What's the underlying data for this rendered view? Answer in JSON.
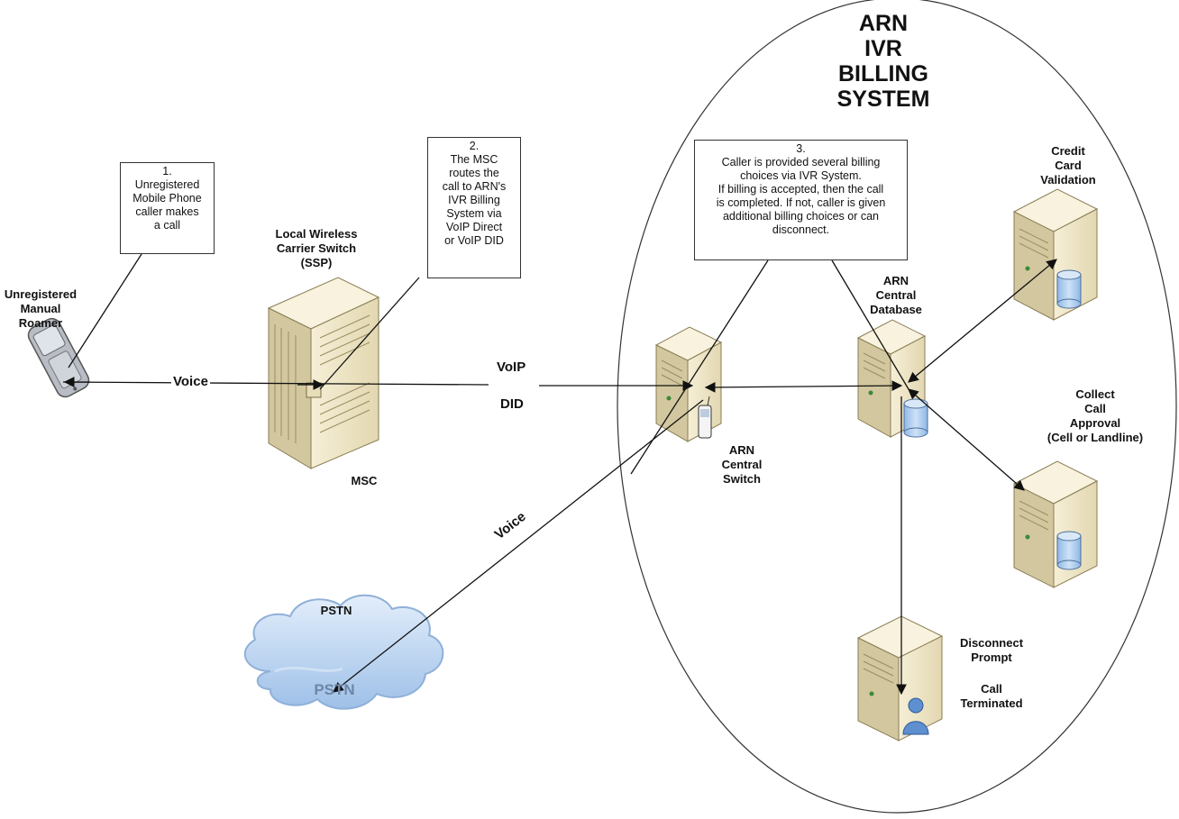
{
  "title": {
    "line1": "ARN",
    "line2": "IVR",
    "line3": "BILLING",
    "line4": "SYSTEM"
  },
  "notes": {
    "step1": "1.\nUnregistered\nMobile Phone\ncaller makes\na call",
    "step2": "2.\nThe MSC\nroutes the\ncall to ARN's\nIVR Billing\nSystem via\nVoIP Direct\nor VoIP DID",
    "step3": "3.\nCaller is provided several billing\nchoices via IVR System.\nIf billing is accepted, then the call\nis completed. If not, caller is given\nadditional billing choices or can\ndisconnect."
  },
  "labels": {
    "roamer": "Unregistered\nManual\nRoamer",
    "local_switch": "Local Wireless\nCarrier Switch\n(SSP)",
    "msc": "MSC",
    "central_switch": "ARN\nCentral\nSwitch",
    "central_db": "ARN\nCentral\nDatabase",
    "credit_card": "Credit\nCard\nValidation",
    "collect_call": "Collect\nCall\nApproval\n(Cell or Landline)",
    "disconnect": "Disconnect\nPrompt",
    "terminated": "Call\nTerminated",
    "pstn_top": "PSTN",
    "pstn_cloud": "PSTN"
  },
  "connections": {
    "voice_top": "Voice",
    "voip": "VoIP",
    "did": "DID",
    "voice_bottom": "Voice"
  },
  "colors": {
    "server_face": "#efe6c8",
    "server_side": "#d2c79f",
    "server_top": "#f8f2de",
    "cylinder": "#a9cbee",
    "cloud": "#b9d3ef",
    "person": "#5e8fd0"
  }
}
